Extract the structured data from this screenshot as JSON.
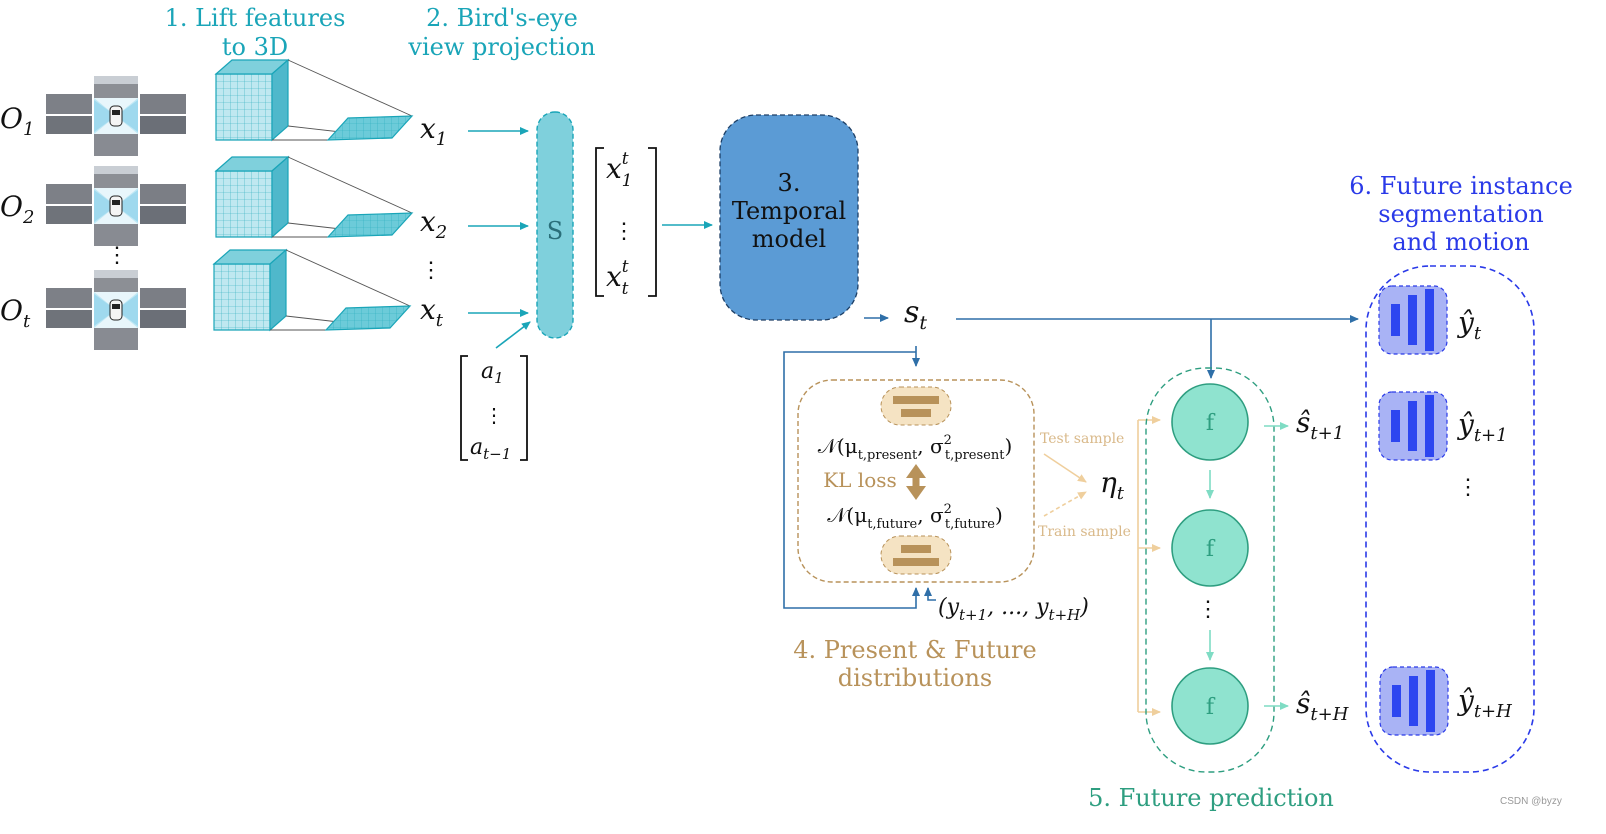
{
  "colors": {
    "teal": "#1aa5b8",
    "teal_fill": "#7fd0dc",
    "teal_light": "#bfe8f0",
    "blue_dark": "#2f6fa8",
    "temporal_fill": "#5b9bd5",
    "gold": "#b8925a",
    "gold_light": "#f5e3c3",
    "gold_pale": "#efcf9d",
    "green": "#2e9e80",
    "green_fill": "#8fe3cf",
    "green_light": "#7fdcc4",
    "violet": "#2a3ae8",
    "violet_fill": "#a9b3f5",
    "bar_blue": "#2d46f0"
  },
  "steps": {
    "lift_line1": "1. Lift features",
    "lift_line2": "to 3D",
    "bev_line1": "2. Bird's-eye",
    "bev_line2": "view projection",
    "temporal_line1": "3.",
    "temporal_line2": "Temporal",
    "temporal_line3": "model",
    "dist_line1": "4. Present & Future",
    "dist_line2": "distributions",
    "future_pred": "5. Future prediction",
    "instance_line1": "6. Future instance",
    "instance_line2": "segmentation",
    "instance_line3": "and motion"
  },
  "observations": [
    {
      "base": "O",
      "sub": "1"
    },
    {
      "base": "O",
      "sub": "2"
    },
    {
      "base": "O",
      "sub": "t"
    }
  ],
  "features": [
    {
      "base": "x",
      "sub": "1"
    },
    {
      "base": "x",
      "sub": "2"
    },
    {
      "base": "x",
      "sub": "t"
    }
  ],
  "spatial_label": "S",
  "stacked_features": {
    "top_base": "x",
    "top_sup": "t",
    "top_sub": "1",
    "bottom_base": "x",
    "bottom_sup": "t",
    "bottom_sub": "t"
  },
  "actions": {
    "top_base": "a",
    "top_sub": "1",
    "bottom_base": "a",
    "bottom_sub": "t−1"
  },
  "state": {
    "base": "s",
    "sub": "t"
  },
  "present_dist": {
    "prefix": "𝒩(μ",
    "mu_sub": "t,present",
    "mid": ", σ",
    "sig_sup": "2",
    "sig_sub": "t,present",
    "suffix": ")"
  },
  "future_dist": {
    "prefix": "𝒩(μ",
    "mu_sub": "t,future",
    "mid": ", σ",
    "sig_sup": "2",
    "sig_sub": "t,future",
    "suffix": ")"
  },
  "kl_loss": "KL loss",
  "test_sample": "Test sample",
  "train_sample": "Train sample",
  "eta": {
    "base": "η",
    "sub": "t"
  },
  "future_labels": {
    "prefix": "(y",
    "sub1": "t+1",
    "mid": ", ..., y",
    "sub2": "t+H",
    "suffix": ")"
  },
  "f_label": "f",
  "pred_states": [
    {
      "base": "ŝ",
      "sub": "t+1"
    },
    {
      "base": "ŝ",
      "sub": "t+H"
    }
  ],
  "outputs": [
    {
      "base": "ŷ",
      "sub": "t"
    },
    {
      "base": "ŷ",
      "sub": "t+1"
    },
    {
      "base": "ŷ",
      "sub": "t+H"
    }
  ],
  "dots_v": "⋮",
  "watermark": "CSDN @byzy"
}
